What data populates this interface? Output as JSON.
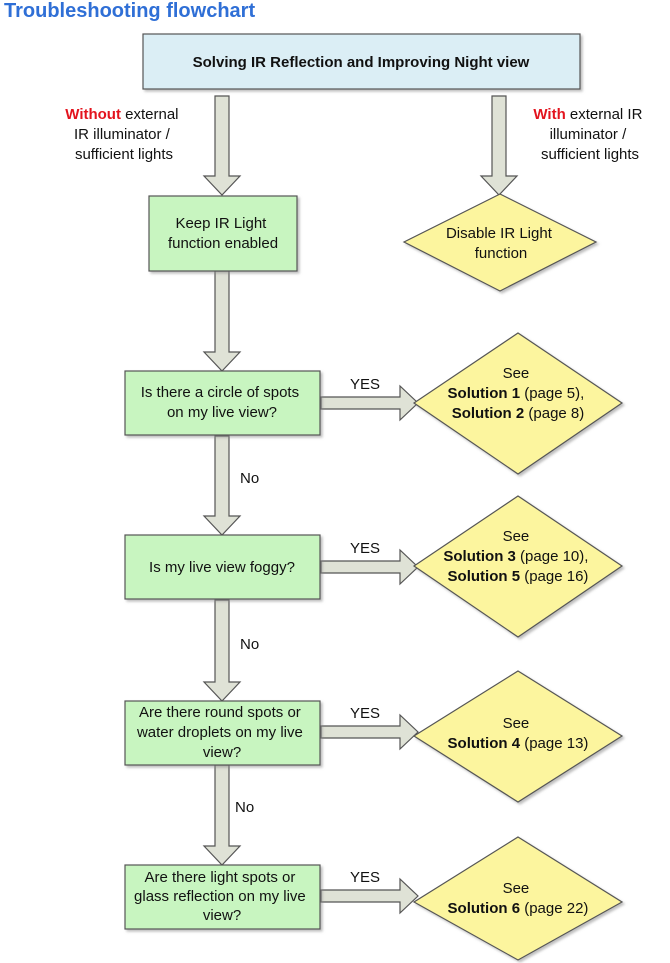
{
  "title": "Troubleshooting flowchart",
  "colors": {
    "title": "#2f6fd6",
    "header_fill": "#dbeef5",
    "box_fill": "#c8f5c0",
    "diamond_fill": "#fcf59e",
    "arrow_fill": "#dfe2d6",
    "highlight": "#e3141e"
  },
  "header": {
    "text": "Solving IR Reflection and Improving Night view"
  },
  "left_branch": {
    "highlight": "Without",
    "rest": " external",
    "line2": "IR illuminator /",
    "line3": "sufficient lights"
  },
  "right_branch": {
    "highlight": "With",
    "rest": " external IR",
    "line2": "illuminator /",
    "line3": "sufficient lights"
  },
  "keep_box": {
    "line1": "Keep IR Light",
    "line2": "function enabled"
  },
  "disable_box": {
    "line1": "Disable IR Light",
    "line2": "function"
  },
  "questions": [
    {
      "lines": [
        "Is there a circle of spots",
        "on my live view?"
      ]
    },
    {
      "lines": [
        "Is my live view foggy?"
      ]
    },
    {
      "lines": [
        "Are there round spots or",
        "water droplets on my live",
        "view?"
      ]
    },
    {
      "lines": [
        "Are there light spots or",
        "glass reflection on my live",
        "view?"
      ]
    }
  ],
  "yes_label": "YES",
  "no_label": "No",
  "see_label": "See",
  "solutions": [
    {
      "rows": [
        {
          "bold": "Solution 1",
          "rest": " (page 5),"
        },
        {
          "bold": "Solution 2",
          "rest": " (page 8)"
        }
      ]
    },
    {
      "rows": [
        {
          "bold": "Solution 3",
          "rest": " (page 10),"
        },
        {
          "bold": "Solution 5",
          "rest": " (page 16)"
        }
      ]
    },
    {
      "rows": [
        {
          "bold": "Solution 4",
          "rest": " (page 13)"
        }
      ]
    },
    {
      "rows": [
        {
          "bold": "Solution 6",
          "rest": " (page 22)"
        }
      ]
    }
  ]
}
